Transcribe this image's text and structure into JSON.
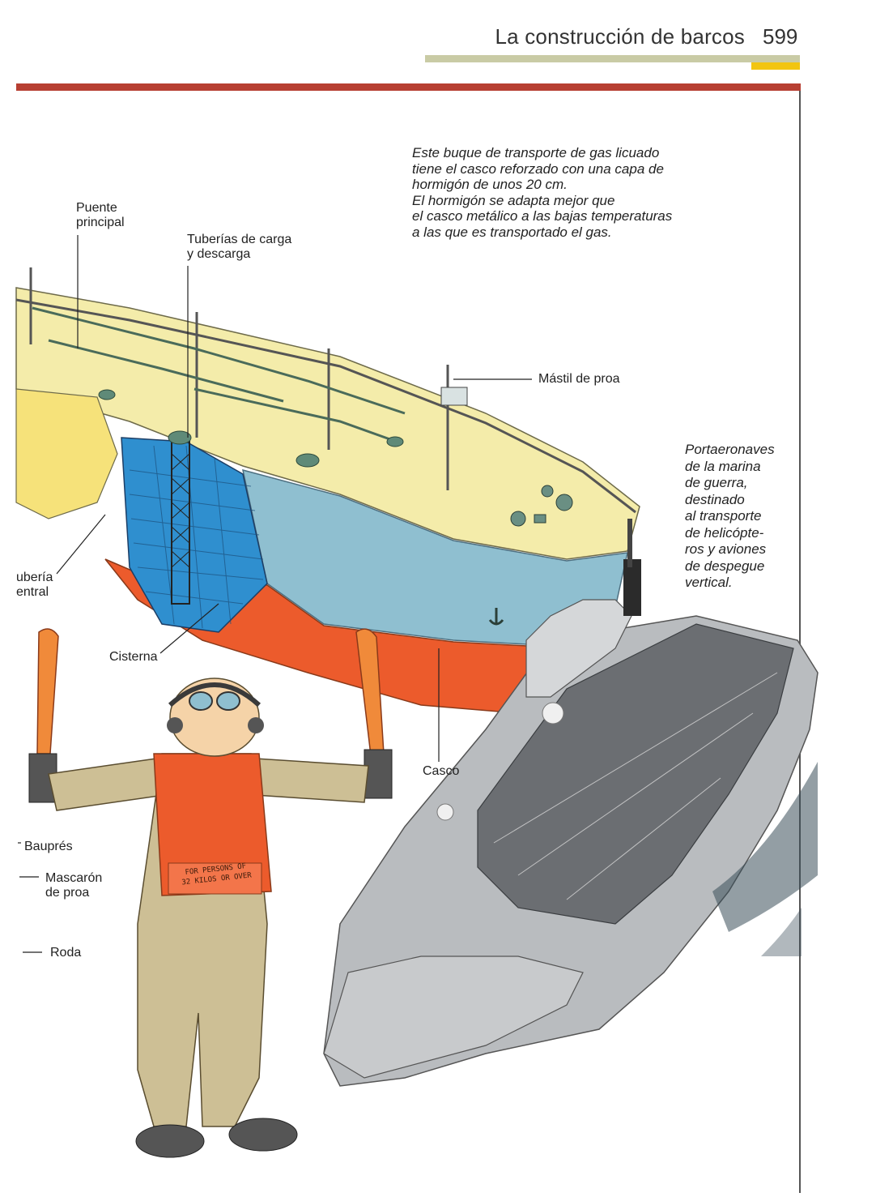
{
  "header": {
    "title": "La construcción de barcos",
    "page_number": "599"
  },
  "captions": {
    "gas_tanker": [
      "Este buque de transporte de gas licuado",
      "tiene el casco reforzado con una capa de",
      "hormigón de unos 20 cm.",
      "El hormigón se adapta mejor que",
      "el casco metálico a las bajas temperaturas",
      "a las que es transportado el gas."
    ],
    "carrier": [
      "Portaeronaves",
      "de la marina",
      "de guerra,",
      "destinado",
      "al transporte",
      "de helicópte-",
      "ros y aviones",
      "de despegue",
      "vertical."
    ]
  },
  "labels": {
    "puente_principal": [
      "Puente",
      "principal"
    ],
    "tuberias": [
      "Tuberías de carga",
      "y descarga"
    ],
    "mastil": "Mástil de proa",
    "tuberia_central": [
      "ubería",
      "entral"
    ],
    "cisterna": "Cisterna",
    "casco": "Casco",
    "baupres": "Bauprés",
    "mascaron": [
      "Mascarón",
      "de proa"
    ],
    "roda": "Roda"
  },
  "vest_text": [
    "FOR PERSONS OF",
    "32 KILOS OR OVER"
  ],
  "colors": {
    "accent_red": "#b73f32",
    "accent_yellow": "#f2c511",
    "accent_olive": "#c9cba5",
    "deck": "#f4ecaa",
    "hull_blue": "#8fbfd0",
    "hull_red": "#ec5b2c",
    "tank_blue": "#2f8fcf"
  }
}
